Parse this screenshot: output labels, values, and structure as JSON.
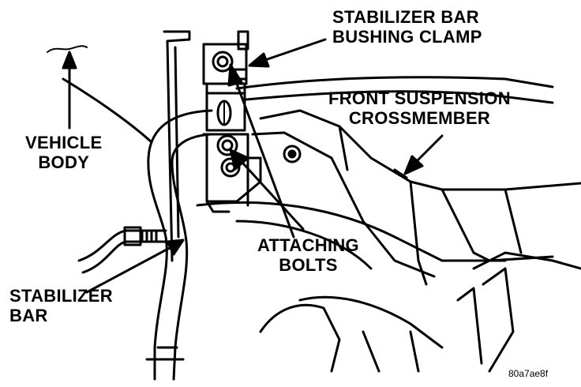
{
  "labels": {
    "stabilizer_bar_bushing_clamp": [
      "STABILIZER BAR",
      "BUSHING CLAMP"
    ],
    "front_suspension_crossmember": [
      "FRONT SUSPENSION",
      "CROSSMEMBER"
    ],
    "vehicle_body": [
      "VEHICLE",
      "BODY"
    ],
    "attaching_bolts": [
      "ATTACHING",
      "BOLTS"
    ],
    "stabilizer_bar": [
      "STABILIZER",
      "BAR"
    ]
  },
  "figure_code": "80a7ae8f",
  "colors": {
    "ink": "#000000",
    "paper": "#ffffff"
  }
}
